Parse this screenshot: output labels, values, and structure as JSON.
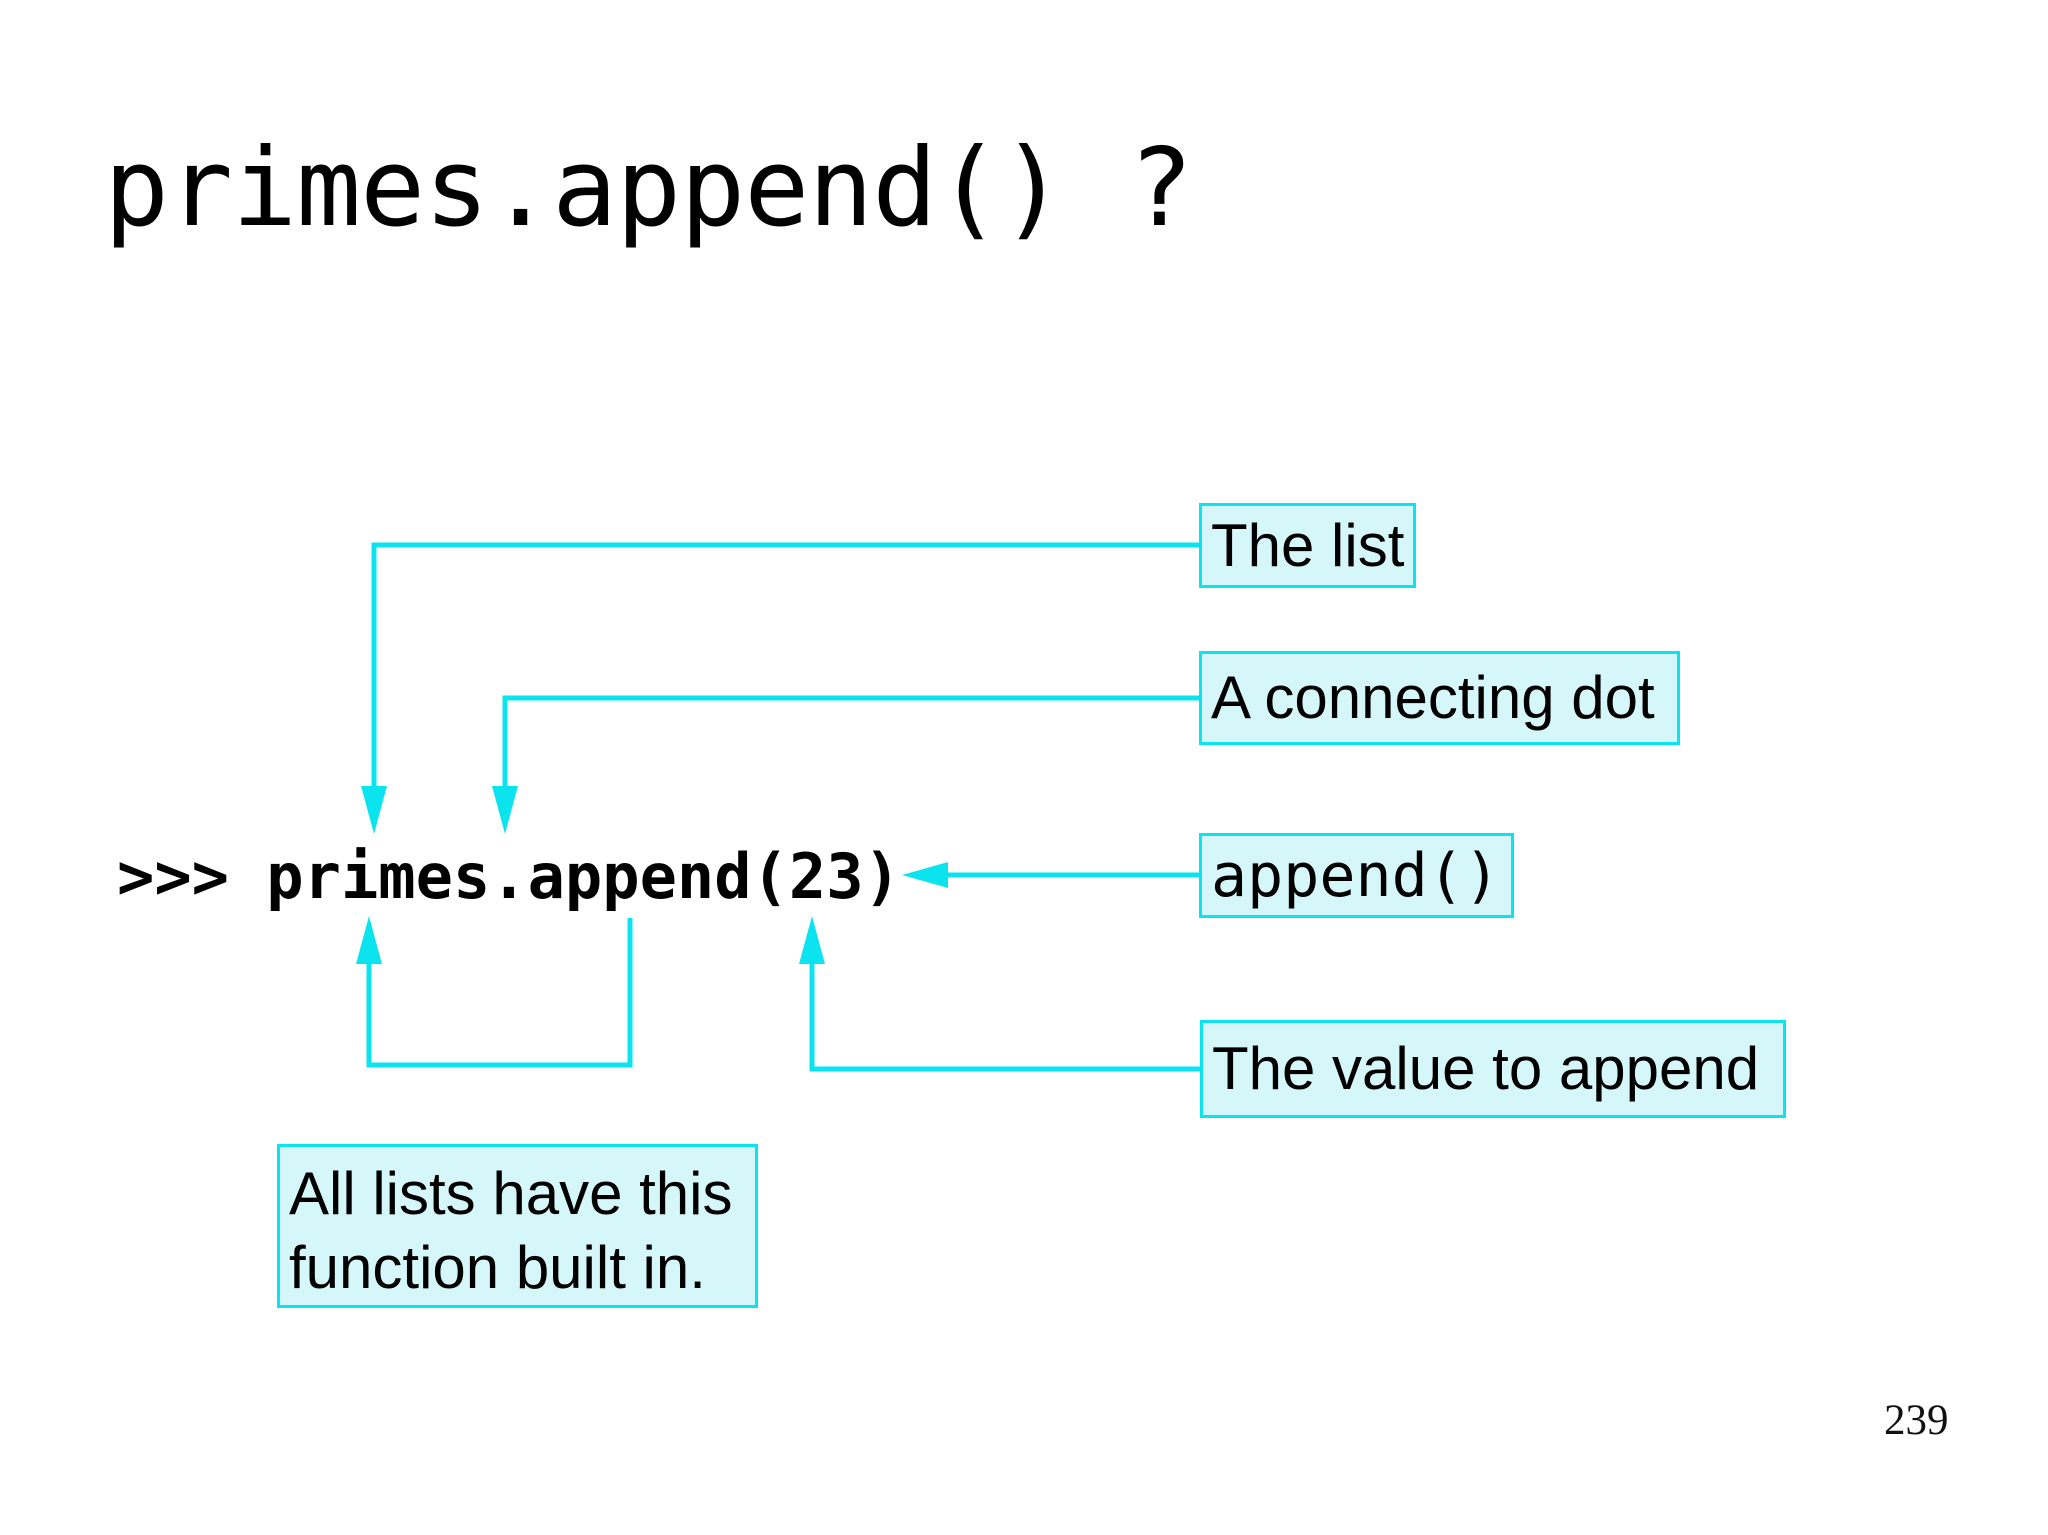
{
  "slide": {
    "title": "primes.append() ?",
    "code_line": ">>> primes.append(23)",
    "callouts": {
      "the_list": "The list",
      "connecting_dot": "A connecting dot",
      "append_fn": "append()",
      "value_to_append": "The value to append",
      "all_lists": {
        "line1": "All lists have this",
        "line2": "function built in."
      }
    },
    "page_number": "239",
    "colors": {
      "accent_cyan": "#0BE4EF",
      "callout_fill": "#D6F7FA",
      "background": "#FFFFFF",
      "text": "#000000"
    }
  }
}
